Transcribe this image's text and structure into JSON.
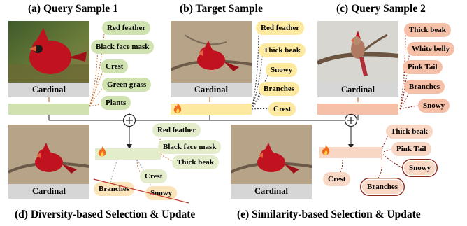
{
  "titles": {
    "a": "(a) Query Sample 1",
    "b": "(b) Target Sample",
    "c": "(c) Query Sample 2",
    "d": "(d) Diversity-based Selection & Update",
    "e": "(e) Similarity-based Selection & Update"
  },
  "captions": {
    "a": "Cardinal",
    "b": "Cardinal",
    "c": "Cardinal",
    "d": "Cardinal",
    "e": "Cardinal"
  },
  "query1_attributes": [
    "Red feather",
    "Black face mask",
    "Crest",
    "Green grass",
    "Plants"
  ],
  "target_attributes": [
    "Red feather",
    "Thick beak",
    "Snowy",
    "Branches",
    "Crest"
  ],
  "query2_attributes": [
    "Thick beak",
    "White belly",
    "Pink Tail",
    "Branches",
    "Snowy"
  ],
  "diversity_selected": [
    "Red feather",
    "Black face mask",
    "Thick beak",
    "Crest"
  ],
  "diversity_rejected": [
    "Branches",
    "Snowy"
  ],
  "similarity_selected": [
    "Thick beak",
    "Pink Tail",
    "Snowy",
    "Branches",
    "Crest"
  ],
  "icons": {
    "flame": "fire-icon",
    "combine": "circled-plus-icon"
  },
  "colors": {
    "query1": "#cfe2b0",
    "target": "#fde9a0",
    "query2": "#f6c0a8",
    "reject_line": "#c0392b",
    "highlight_ring": "#8b2a1d"
  }
}
